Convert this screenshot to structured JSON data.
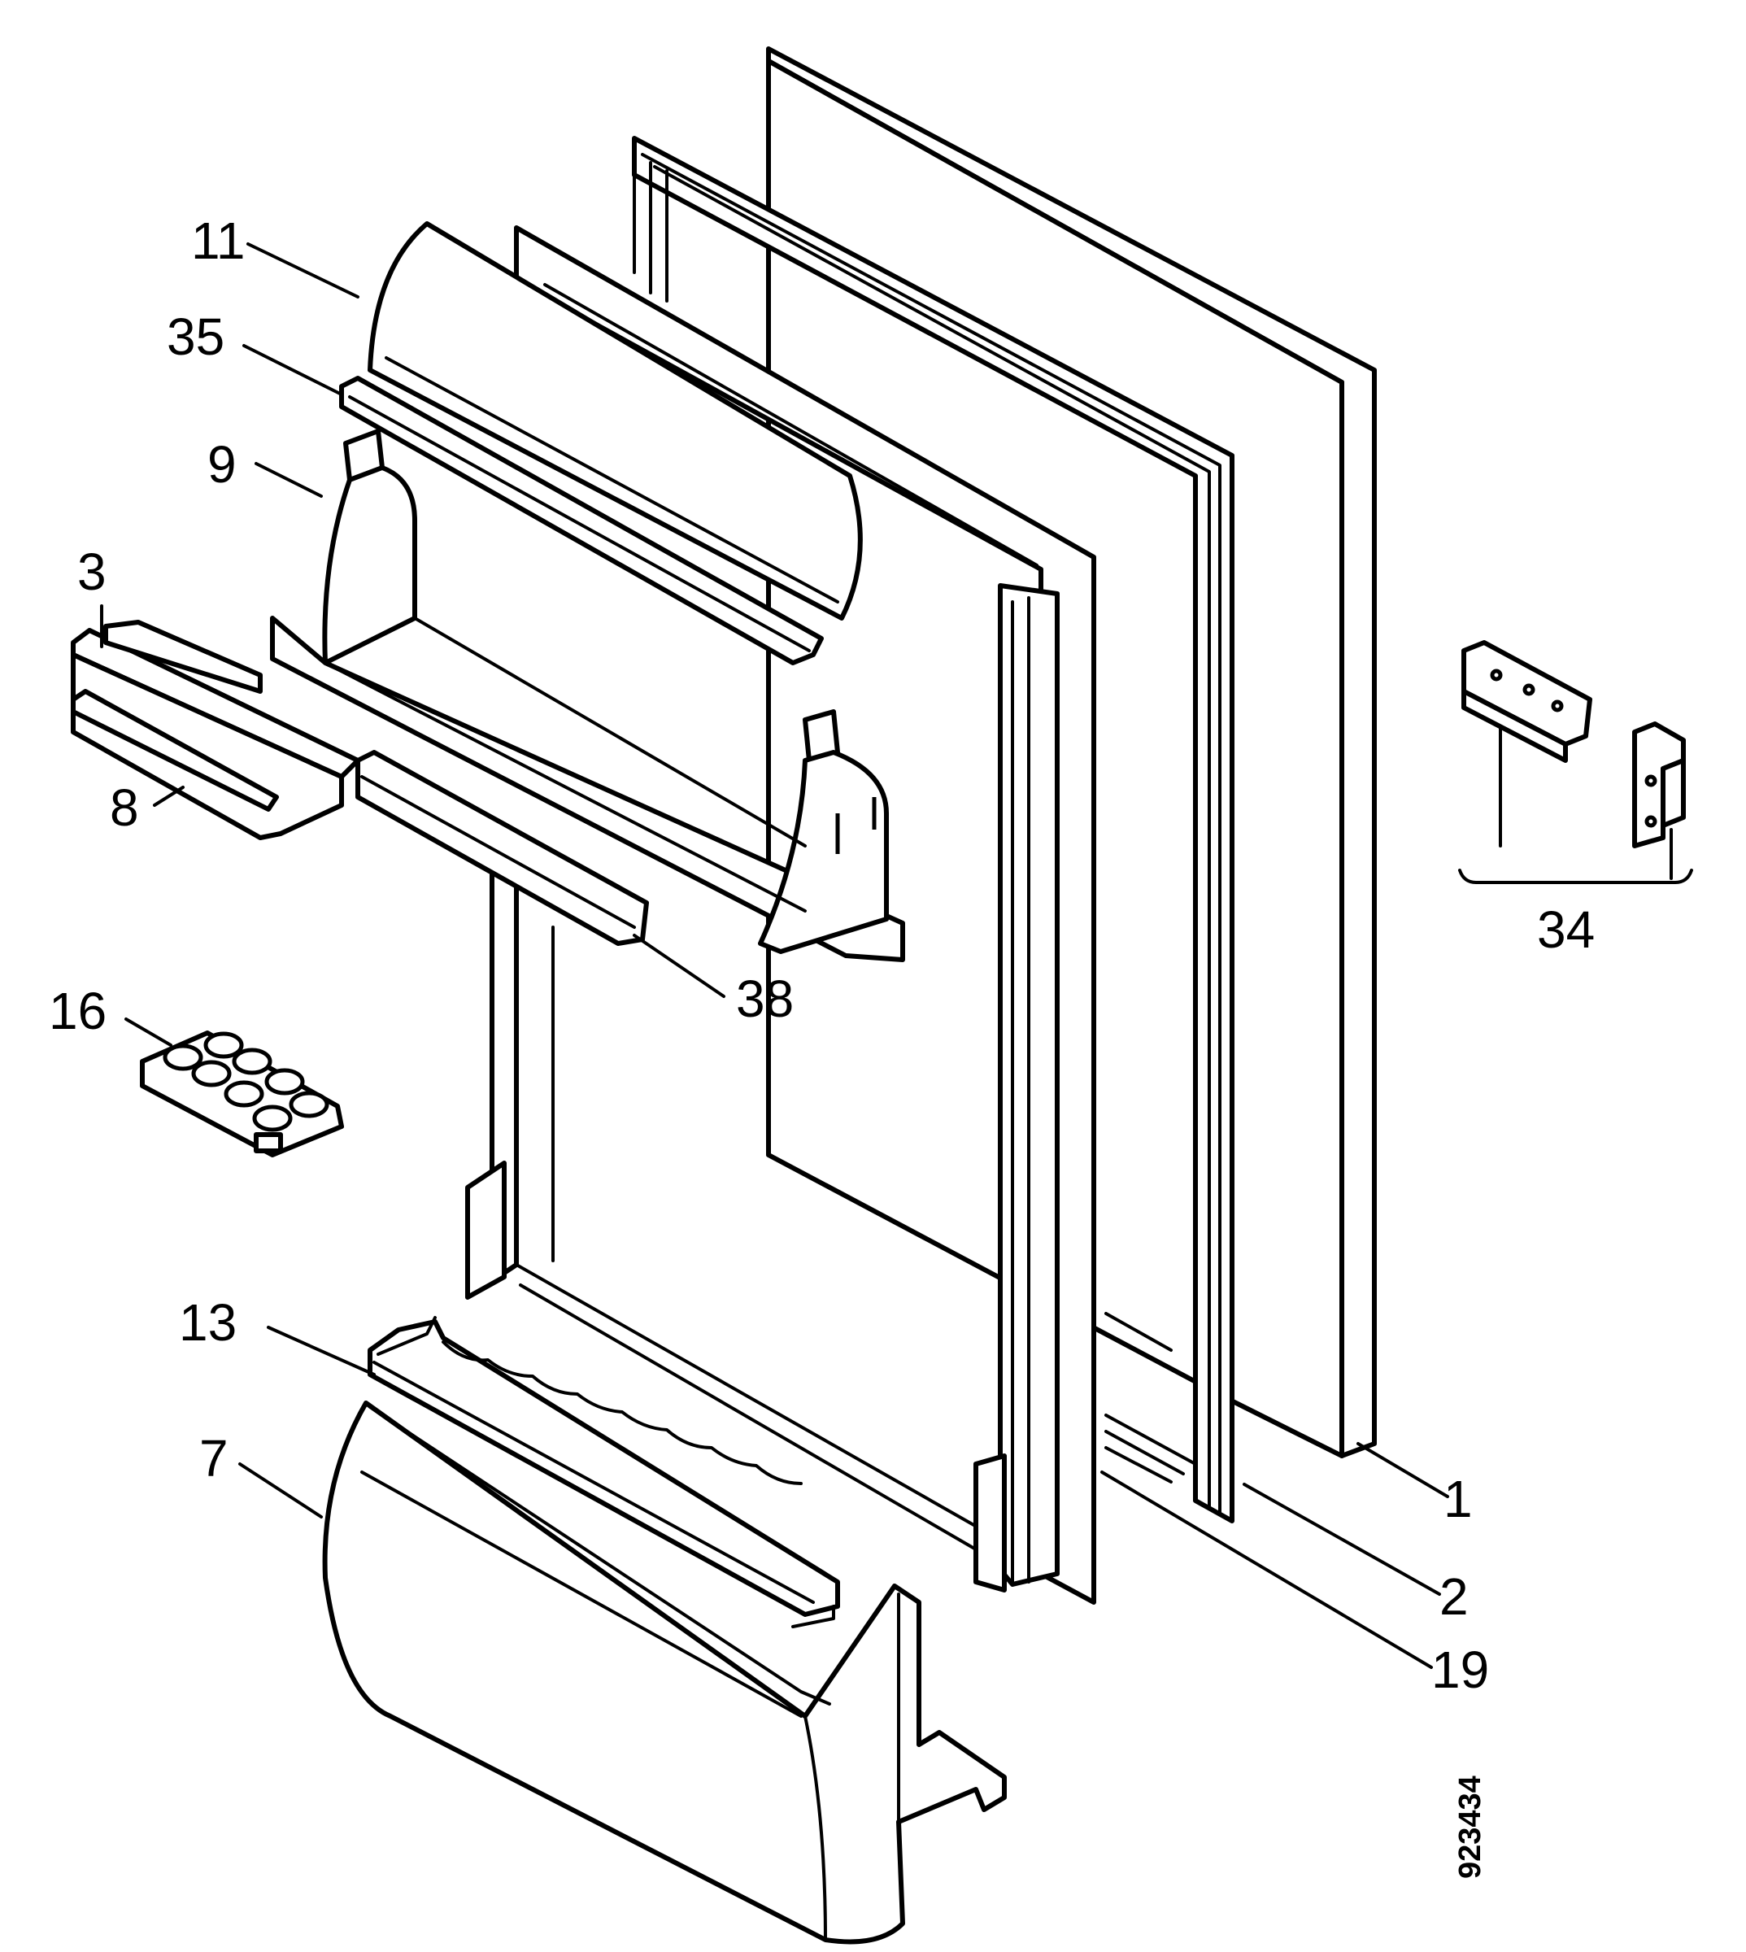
{
  "callouts": {
    "c1": "1",
    "c2": "2",
    "c3": "3",
    "c7": "7",
    "c8": "8",
    "c9": "9",
    "c11": "11",
    "c13": "13",
    "c16": "16",
    "c19": "19",
    "c34": "34",
    "c35": "35",
    "c38": "38"
  },
  "drawing_number": "923434"
}
